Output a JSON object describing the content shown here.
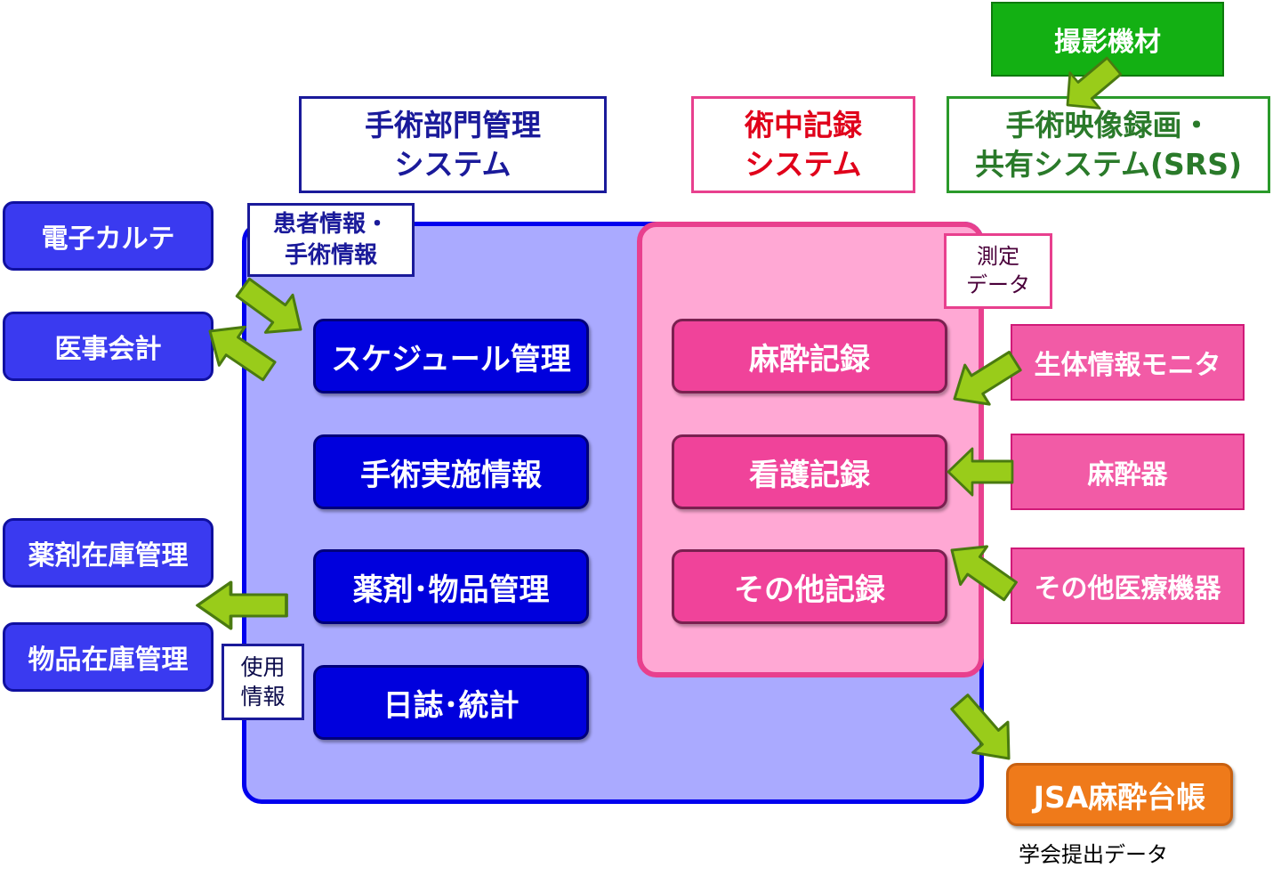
{
  "titles": {
    "or_system": [
      "手術部門管理",
      "システム"
    ],
    "record_system": [
      "術中記録",
      "システム"
    ],
    "srs_system": [
      "手術映像録画・",
      "共有システム(SRS)"
    ]
  },
  "equipment": "撮影機材",
  "labels": {
    "patient_info": [
      "患者情報・",
      "手術情報"
    ],
    "measurement": [
      "測定",
      "データ"
    ],
    "usage_info": [
      "使用",
      "情報"
    ]
  },
  "external_systems": {
    "emr": "電子カルテ",
    "accounting": "医事会計",
    "drug_stock": "薬剤在庫管理",
    "item_stock": "物品在庫管理"
  },
  "modules": {
    "schedule": "スケジュール管理",
    "surgery_info": "手術実施情報",
    "drug_item": "薬剤･物品管理",
    "log_stats": "日誌･統計"
  },
  "records": {
    "anesthesia": "麻酔記録",
    "nursing": "看護記録",
    "other": "その他記録"
  },
  "devices": {
    "monitor": "生体情報モニタ",
    "anesthesia_machine": "麻酔器",
    "other_devices": "その他医療機器"
  },
  "jsa": "JSA麻酔台帳",
  "submit_note": "学会提出データ",
  "colors": {
    "arrow_fill": "#99cc1a",
    "arrow_stroke": "#4a7a10",
    "or_panel": "#aaaaff",
    "record_panel": "#ffa8d4"
  }
}
